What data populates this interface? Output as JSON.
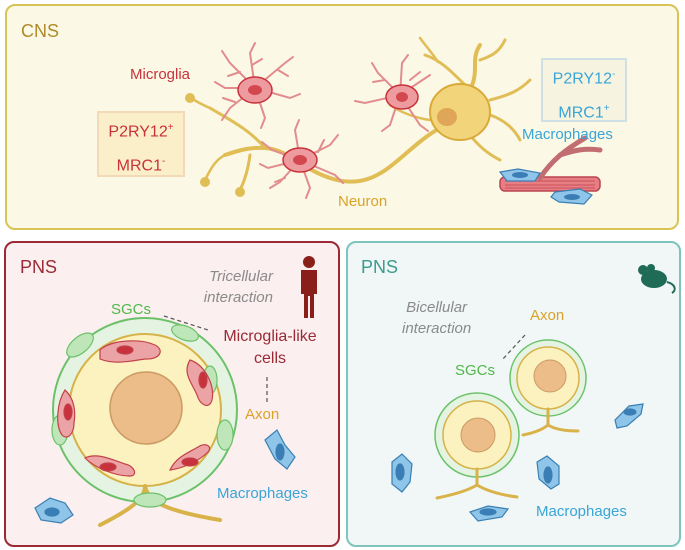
{
  "cns": {
    "title": "CNS",
    "microglia": "Microglia",
    "neuron": "Neuron",
    "macrophages": "Macrophages",
    "microglia_box": {
      "line1": "P2RY12",
      "line1_sup": "+",
      "line2": "MRC1",
      "line2_sup": "-"
    },
    "macrophage_box": {
      "line1": "P2RY12",
      "line1_sup": "-",
      "line2": "MRC1",
      "line2_sup": "+"
    }
  },
  "pns_human": {
    "title": "PNS",
    "interaction": [
      "Tricellular",
      "interaction"
    ],
    "sgcs": "SGCs",
    "microglia_like": [
      "Microglia-like",
      "cells"
    ],
    "axon": "Axon",
    "macrophages": "Macrophages",
    "species_icon": "human-icon"
  },
  "pns_mouse": {
    "title": "PNS",
    "interaction": [
      "Bicellular",
      "interaction"
    ],
    "axon": "Axon",
    "sgcs": "SGCs",
    "macrophages": "Macrophages",
    "species_icon": "mouse-icon"
  },
  "colors": {
    "cns_border": "#d8c456",
    "pns_human_border": "#9b2a35",
    "pns_mouse_border": "#7ec4bd",
    "microglia": "#c8323c",
    "neuron": "#d9a93a",
    "macrophage": "#3aa5d6",
    "sgc": "#4fb848"
  }
}
